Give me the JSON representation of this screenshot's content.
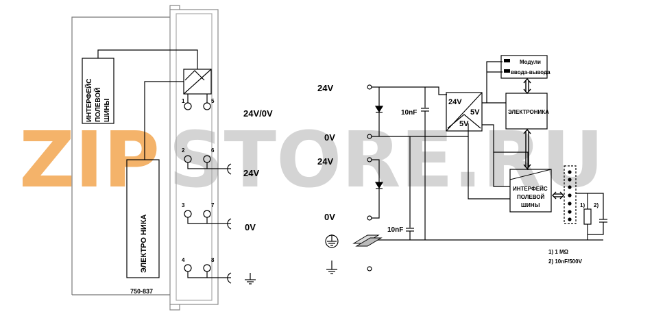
{
  "watermark": {
    "text_orange": "ZIP",
    "text_gray": "STORE.RU",
    "colors": {
      "orange": "#f4b36a",
      "gray": "#d4d4d4"
    }
  },
  "module": {
    "part_number": "750-837",
    "fieldbus_interface_label": [
      "ИНТЕРФЕЙС",
      "ПОЛЕВОЙ",
      "ШИНЫ"
    ],
    "electronics_label": "ЭЛЕКТРО НИКА",
    "terminals": [
      {
        "left": "1",
        "right": "5"
      },
      {
        "left": "2",
        "right": "6"
      },
      {
        "left": "3",
        "right": "7"
      },
      {
        "left": "4",
        "right": "8"
      }
    ],
    "output_labels": [
      "24V/0V",
      "24V",
      "0V"
    ],
    "ground_symbol": "ground-icon"
  },
  "supply": {
    "labels": [
      "24V",
      "0V",
      "24V",
      "0V"
    ],
    "cap_top": "10nF",
    "cap_bottom": "10nF",
    "converter": {
      "in": "24V",
      "out1": "5V",
      "out2": "5V"
    },
    "io_modules_label": [
      "Модули",
      "ввода-вывода"
    ],
    "electronics_label": "ЭЛЕКТРОНИКА",
    "fieldbus_interface_label": [
      "ИНТЕРФЕЙС",
      "ПОЛЕВОЙ",
      "ШИНЫ"
    ],
    "connector_marks": [
      "1)",
      "2)"
    ],
    "notes": [
      "1) 1 MΩ",
      "2) 10nF/500V"
    ]
  }
}
